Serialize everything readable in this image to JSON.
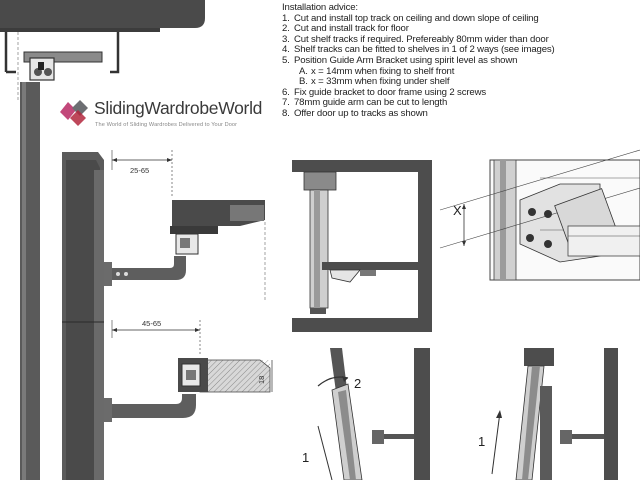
{
  "brand": {
    "name": "SlidingWardrobeWorld",
    "tagline": "The World of Sliding Wardrobes Delivered to Your Door",
    "colors": {
      "mark_pink": "#c2487a",
      "mark_grey": "#6d6e72",
      "mark_red": "#b3273d"
    }
  },
  "instructions": {
    "title": "Installation advice:",
    "steps": [
      {
        "n": "1.",
        "text": "Cut and install top track on ceiling and down slope of ceiling"
      },
      {
        "n": "2.",
        "text": "Cut and install track for floor"
      },
      {
        "n": "3.",
        "text": "Cut shelf tracks if required. Prefereably 80mm wider than door"
      },
      {
        "n": "4.",
        "text": "Shelf tracks can be fitted to shelves in 1 of 2 ways (see images)"
      },
      {
        "n": "5.",
        "text": "Position Guide Arm Bracket using spirit level as shown",
        "sub": [
          {
            "n": "A.",
            "text": "x = 14mm when fixing to shelf front"
          },
          {
            "n": "B.",
            "text": "x = 33mm when fixing under shelf"
          }
        ]
      },
      {
        "n": "6.",
        "text": "Fix guide bracket to door frame using 2 screws"
      },
      {
        "n": "7.",
        "text": "78mm guide arm can be cut to length"
      },
      {
        "n": "8.",
        "text": "Offer door up to tracks as shown"
      }
    ]
  },
  "diagram": {
    "dim_top": "25-65",
    "dim_bottom": "45-65",
    "dim_shelf": "18",
    "label_x": "X",
    "step_2": "2",
    "step_1a": "1",
    "step_1b": "1"
  },
  "icons": [
    "brand-mark-icon"
  ]
}
